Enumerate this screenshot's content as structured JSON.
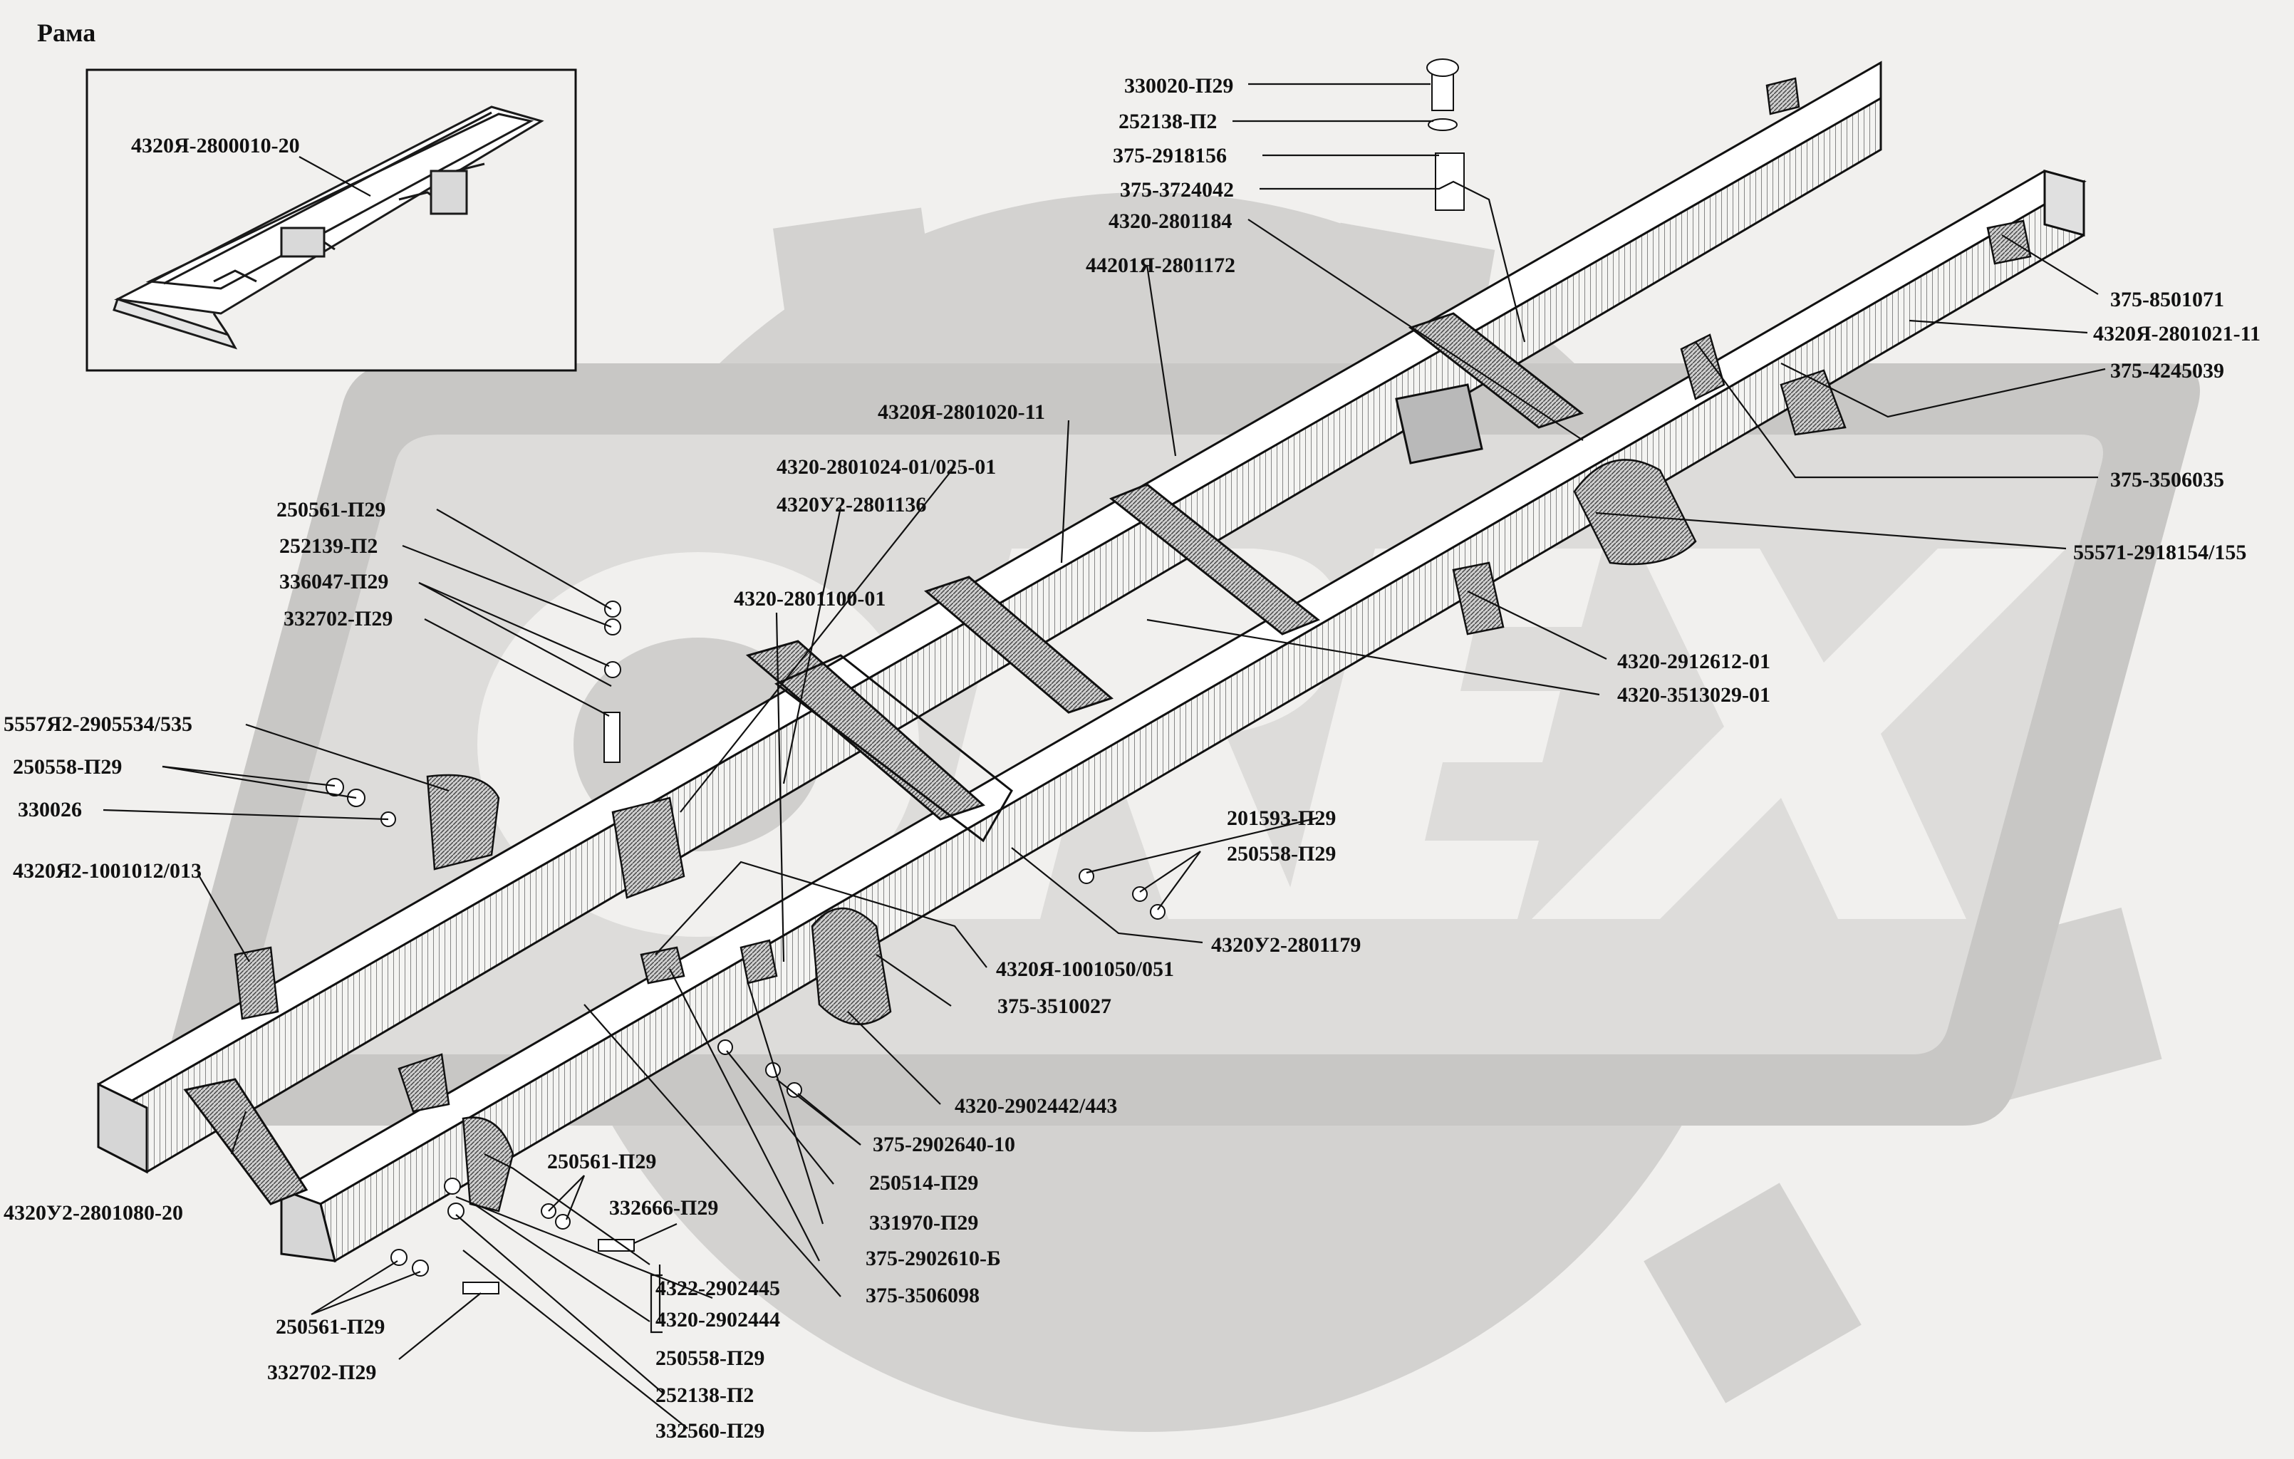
{
  "title": "Рама",
  "inset_label": "4320Я-2800010-20",
  "watermark": "OREX",
  "labels": [
    "330020-П29",
    "252138-П2",
    "375-2918156",
    "375-3724042",
    "4320-2801184",
    "44201Я-2801172",
    "375-8501071",
    "4320Я-2801021-11",
    "375-4245039",
    "375-3506035",
    "4320Я-2801020-11",
    "4320-2801024-01/025-01",
    "4320У2-2801136",
    "55571-2918154/155",
    "250561-П29",
    "252139-П2",
    "336047-П29",
    "332702-П29",
    "4320-2801100-01",
    "4320-2912612-01",
    "4320-3513029-01",
    "5557Я2-2905534/535",
    "250558-П29",
    "330026",
    "201593-П29",
    "250558-П29",
    "4320Я2-1001012/013",
    "4320У2-2801179",
    "4320Я-1001050/051",
    "375-3510027",
    "4320-2902442/443",
    "375-2902640-10",
    "250514-П29",
    "331970-П29",
    "375-2902610-Б",
    "375-3506098",
    "250561-П29",
    "332666-П29",
    "4322-2902445",
    "4320-2902444",
    "250558-П29",
    "4320У2-2801080-20",
    "250561-П29",
    "332702-П29",
    "252138-П2",
    "332560-П29"
  ]
}
